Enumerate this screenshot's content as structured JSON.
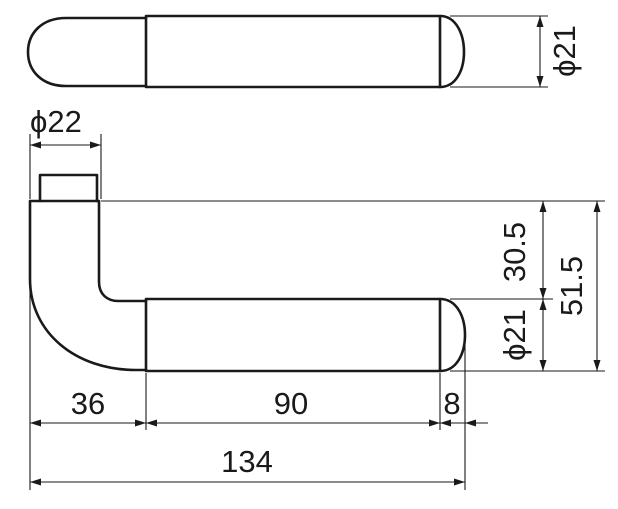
{
  "dimensions": {
    "top_view_diameter": "ϕ21",
    "rose_diameter": "ϕ22",
    "offset_height": "30.5",
    "total_height": "51.5",
    "grip_diameter": "ϕ21",
    "base_width": "36",
    "grip_length": "90",
    "tip_length": "8",
    "total_length": "134"
  },
  "colors": {
    "line": "#1a1a1a",
    "background": "#ffffff"
  }
}
